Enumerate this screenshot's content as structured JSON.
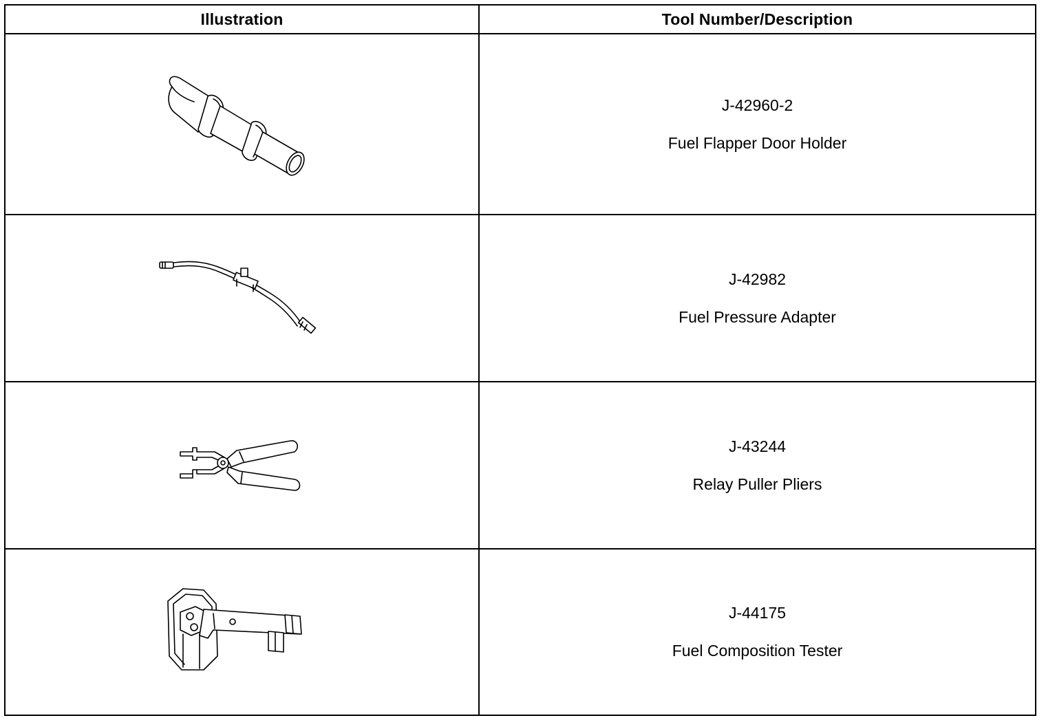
{
  "table": {
    "headers": {
      "illustration": "Illustration",
      "description": "Tool Number/Description"
    },
    "rows": [
      {
        "tool_number": "J-42960-2",
        "description": "Fuel Flapper Door Holder",
        "icon": "flapper-door-holder-icon"
      },
      {
        "tool_number": "J-42982",
        "description": "Fuel Pressure Adapter",
        "icon": "fuel-pressure-adapter-icon"
      },
      {
        "tool_number": "J-43244",
        "description": "Relay Puller Pliers",
        "icon": "relay-puller-pliers-icon"
      },
      {
        "tool_number": "J-44175",
        "description": "Fuel Composition Tester",
        "icon": "fuel-composition-tester-icon"
      }
    ]
  }
}
